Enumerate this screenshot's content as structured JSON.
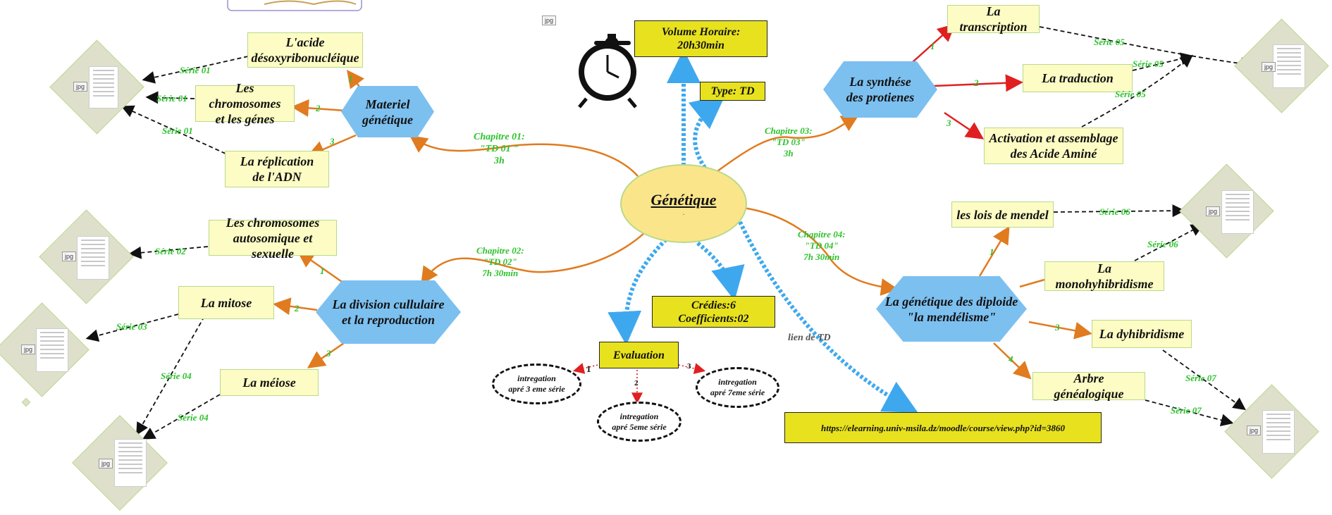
{
  "center": {
    "title": "Génétique",
    "dot": "."
  },
  "info": {
    "volume": "Volume Horaire: 20h30min",
    "type": "Type: TD",
    "credits_line1": "Crédies:6",
    "credits_line2": "Coefficients:02",
    "link_label": "lien de TD",
    "url": "https://elearning.univ-msila.dz/moodle/course/view.php?id=3860",
    "jpg_tag": "jpg"
  },
  "chapters": {
    "c1": {
      "l1": "Chapitre 01:",
      "l2": "\"TD 01 \"",
      "l3": "3h"
    },
    "c2": {
      "l1": "Chapitre 02:",
      "l2": "\"TD 02\"",
      "l3": "7h 30min"
    },
    "c3": {
      "l1": "Chapitre 03:",
      "l2": "\"TD 03\"",
      "l3": "3h"
    },
    "c4": {
      "l1": "Chapitre 04:",
      "l2": "\"TD 04\"",
      "l3": "7h 30min"
    }
  },
  "hubs": {
    "h1": {
      "l1": "Materiel",
      "l2": "génétique"
    },
    "h2": {
      "l1": "La division cullulaire",
      "l2": "et la reproduction"
    },
    "h3": {
      "l1": "La synthése",
      "l2": "des protienes"
    },
    "h4": {
      "l1": "La génétique des diploide",
      "l2": "\"la mendélisme\""
    }
  },
  "topics": {
    "adn_l1": "L'acide",
    "adn_l2": "désoxyribonucléique",
    "chrom_l1": "Les chromosomes",
    "chrom_l2": "et les génes",
    "repl_l1": "La réplication",
    "repl_l2": "de l'ADN",
    "auto_l1": "Les chromosomes",
    "auto_l2": "autosomique et sexuelle",
    "mitose": "La mitose",
    "meiose": "La méiose",
    "transcription": "La transcription",
    "traduction": "La traduction",
    "activ_l1": "Activation et assemblage",
    "activ_l2": "des Acide Aminé",
    "mendel": "les lois de mendel",
    "mono": "La monohyhibridisme",
    "dihy": "La dyhibridisme",
    "arbre": "Arbre généalogique"
  },
  "numbers": {
    "n1": "1",
    "n2": "2",
    "n3": "3",
    "n4": "4"
  },
  "series": {
    "s01": "Série 01",
    "s02": "Série 02",
    "s03": "Série 03",
    "s04": "Série 04",
    "s05": "Série 05",
    "s06": "Série 06",
    "s07": "Série 07"
  },
  "evaluation": {
    "title": "Evaluation",
    "e1_l1": "intregation",
    "e1_l2": "apré 3 eme série",
    "e2_l1": "intregation",
    "e2_l2": "apré 5eme série",
    "e3_l1": "intregation",
    "e3_l2": "apré 7eme série"
  },
  "colors": {
    "hub": "#7cc0f0",
    "topic": "#fdfcc4",
    "info": "#e8e21e",
    "center": "#fbe58a",
    "branch": "#e07b1f",
    "red": "#e02020",
    "blue_dash": "#3ea8ee",
    "label": "#2cc22c"
  }
}
